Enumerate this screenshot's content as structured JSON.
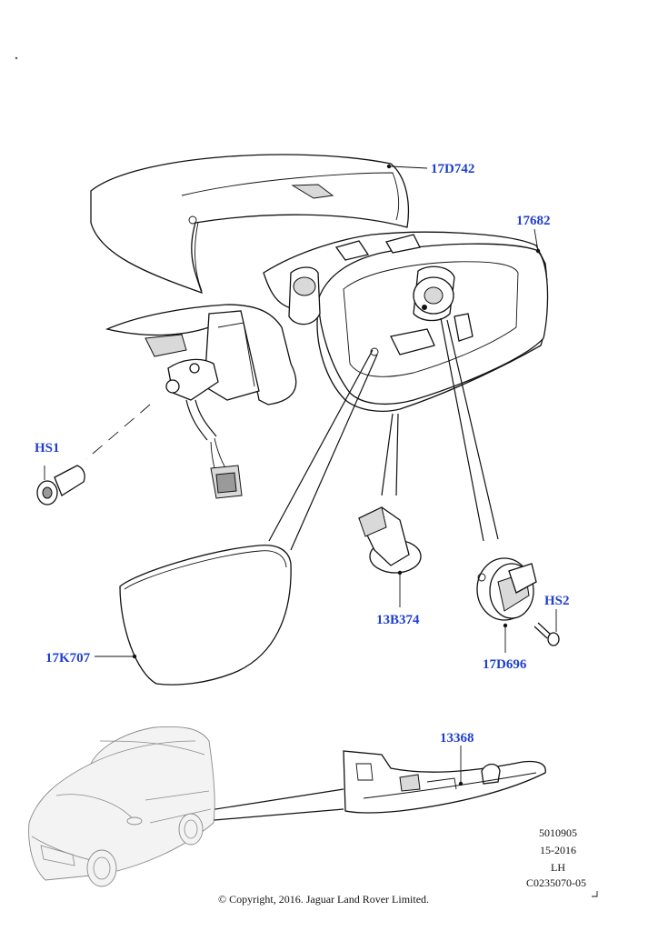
{
  "diagram": {
    "labels": {
      "mirror_cap": "17D742",
      "mirror_housing": "17682",
      "screw_hs1": "HS1",
      "glass": "17K707",
      "puddle_lamp": "13B374",
      "screw_hs2": "HS2",
      "motor": "17D696",
      "indicator": "13368"
    },
    "info": {
      "line1": "5010905",
      "line2": "15-2016",
      "line3": "LH",
      "line4": "C0235070-05"
    },
    "copyright": "© Copyright, 2016. Jaguar Land Rover Limited."
  }
}
